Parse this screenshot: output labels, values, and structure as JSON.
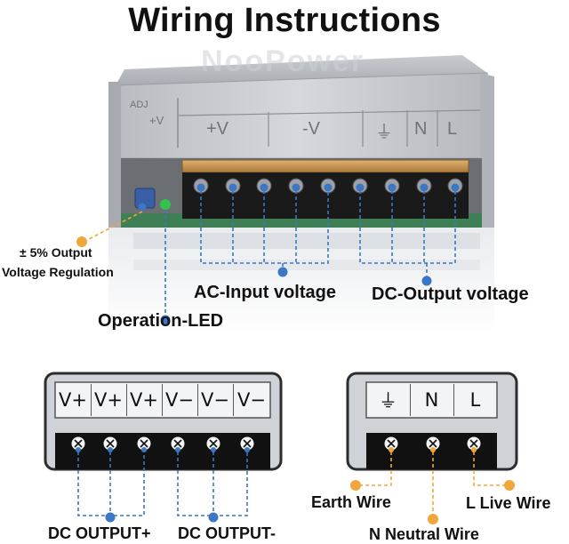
{
  "title": "Wiring Instructions",
  "device": {
    "brand_watermark": "NooPower",
    "adj_label": "ADJ",
    "adj_sign": "+V",
    "terminal_labels": [
      "+V",
      "-V",
      "⏚",
      "N",
      "L"
    ]
  },
  "callouts": {
    "voltage_regulation_line1": "± 5%  Output",
    "voltage_regulation_line2": "Voltage Regulation",
    "ac_input": "AC-Input voltage",
    "dc_output": "DC-Output voltage",
    "operation_led": "Operation-LED"
  },
  "dc_panel": {
    "labels": [
      "V+",
      "V+",
      "V+",
      "V−",
      "V−",
      "V−"
    ],
    "out_plus": "DC OUTPUT+",
    "out_minus": "DC OUTPUT-"
  },
  "ac_panel": {
    "labels": [
      "⏚",
      "N",
      "L"
    ],
    "earth": "Earth Wire",
    "neutral": "N Neutral Wire",
    "live": "L Live Wire"
  },
  "colors": {
    "callout_blue": "#3b77c4",
    "callout_orange": "#f0a63a",
    "led_green": "#33c24a",
    "terminal_brass": "#c89a55"
  }
}
